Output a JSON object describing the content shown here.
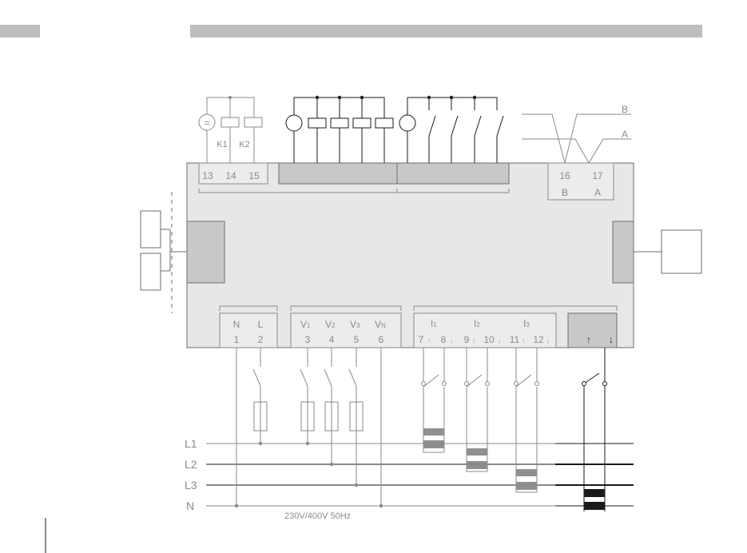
{
  "terminals": {
    "relay": [
      "13",
      "14",
      "15"
    ],
    "rs485": [
      "16",
      "17"
    ],
    "rs485_names": [
      "B",
      "A"
    ],
    "power_names": [
      "N",
      "L"
    ],
    "power_numbers": [
      "1",
      "2"
    ],
    "voltage_numbers": [
      "3",
      "4",
      "5",
      "6"
    ],
    "current_numbers": [
      "7",
      "8",
      "9",
      "10",
      "11",
      "12"
    ]
  },
  "voltage_labels": [
    {
      "main": "V",
      "sub": "1"
    },
    {
      "main": "V",
      "sub": "2"
    },
    {
      "main": "V",
      "sub": "3"
    },
    {
      "main": "V",
      "sub": "N"
    }
  ],
  "current_labels": [
    {
      "main": "I",
      "sub": "1"
    },
    {
      "main": "I",
      "sub": "2"
    },
    {
      "main": "I",
      "sub": "3"
    }
  ],
  "relay_labels": [
    "K1",
    "K2"
  ],
  "bus_labels": [
    "B",
    "A"
  ],
  "lines": [
    "L1",
    "L2",
    "L3",
    "N"
  ],
  "supply": "230V/400V  50Hz",
  "symbols": {
    "dc_source": "=",
    "arrow_up": "↑",
    "arrow_down": "↓"
  },
  "colors": {
    "line": "#8a8a8a",
    "dark_line": "#1a1a1a",
    "panel": "#e7e7e7",
    "block": "#c8c8c8",
    "ct": "#8f8f8f",
    "black": "#1a1a1a"
  }
}
